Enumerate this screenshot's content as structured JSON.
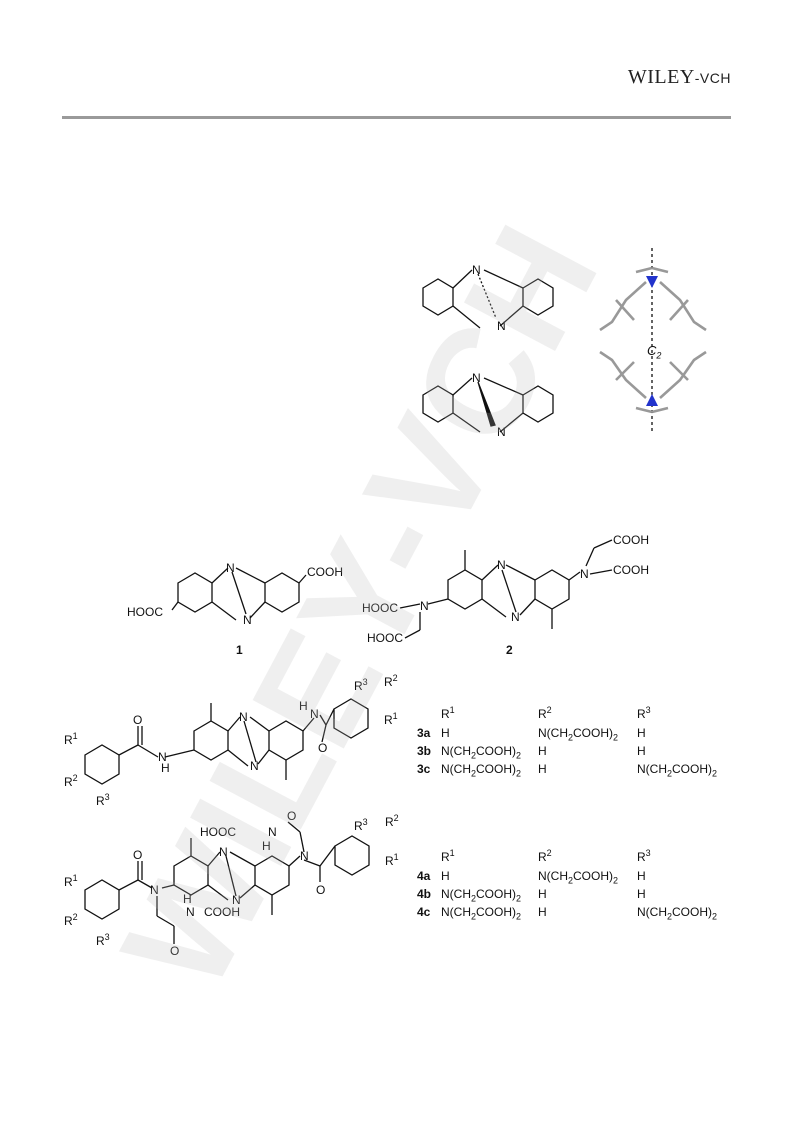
{
  "header": {
    "publisher_main": "WILEY",
    "publisher_sub": "-VCH"
  },
  "watermark": "WILEY-VCH",
  "figure": {
    "c2_label": "C2",
    "atoms": {
      "N": "N",
      "COOH": "COOH",
      "HOOC": "HOOC",
      "HOOC_NH": "HOOC",
      "H": "H",
      "O": "O",
      "R": "R",
      "COOH_tail": "COOH"
    },
    "compound_labels": {
      "c1": "1",
      "c2": "2"
    },
    "table3": {
      "headers": [
        "R1",
        "R2",
        "R3"
      ],
      "rows": [
        {
          "id": "3a",
          "r1": "H",
          "r2": "N(CH2COOH)2",
          "r3": "H"
        },
        {
          "id": "3b",
          "r1": "N(CH2COOH)2",
          "r2": "H",
          "r3": "H"
        },
        {
          "id": "3c",
          "r1": "N(CH2COOH)2",
          "r2": "H",
          "r3": "N(CH2COOH)2"
        }
      ]
    },
    "table4": {
      "headers": [
        "R1",
        "R2",
        "R3"
      ],
      "rows": [
        {
          "id": "4a",
          "r1": "H",
          "r2": "N(CH2COOH)2",
          "r3": "H"
        },
        {
          "id": "4b",
          "r1": "N(CH2COOH)2",
          "r2": "H",
          "r3": "H"
        },
        {
          "id": "4c",
          "r1": "N(CH2COOH)2",
          "r2": "H",
          "r3": "N(CH2COOH)2"
        }
      ]
    }
  },
  "colors": {
    "nitrogen": "#2233cc",
    "rule": "#9a9a9a",
    "watermark": "#b8b8b8"
  }
}
